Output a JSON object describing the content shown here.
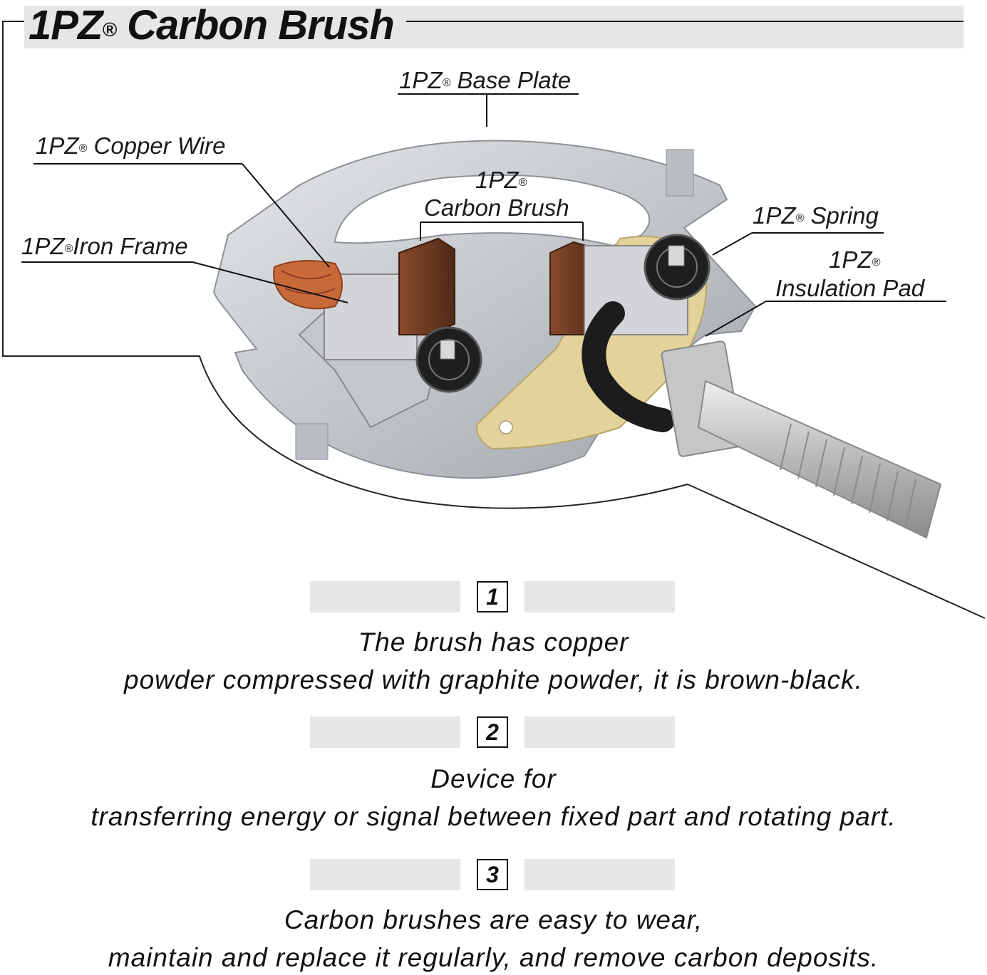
{
  "title": {
    "text": "1PZ",
    "reg": "®",
    "rest": " Carbon Brush"
  },
  "labels": {
    "base_plate": {
      "brand": "1PZ",
      "reg": "®",
      "text": " Base Plate"
    },
    "copper_wire": {
      "brand": "1PZ",
      "reg": "®",
      "text": " Copper Wire"
    },
    "iron_frame": {
      "brand": "1PZ",
      "reg": "®",
      "text": "Iron Frame"
    },
    "carbon_brush": {
      "brand": "1PZ",
      "reg": "®",
      "text": "Carbon Brush"
    },
    "spring": {
      "brand": "1PZ",
      "reg": "®",
      "text": " Spring"
    },
    "insulation_pad": {
      "brand": "1PZ",
      "reg": "®",
      "text": "Insulation Pad"
    }
  },
  "sections": [
    {
      "number": "1",
      "line1": "The brush has copper",
      "line2": "powder compressed with graphite powder, it is brown-black."
    },
    {
      "number": "2",
      "line1": "Device for",
      "line2": "transferring energy or signal between fixed part and rotating part."
    },
    {
      "number": "3",
      "line1": "Carbon brushes are easy to wear,",
      "line2": "maintain and replace it regularly, and remove carbon deposits."
    }
  ],
  "colors": {
    "bar": "#e6e6e6",
    "metal": "#c9cbce",
    "brush": "#6b3a22",
    "pad": "#e3d39a",
    "copper": "#c8693a"
  }
}
